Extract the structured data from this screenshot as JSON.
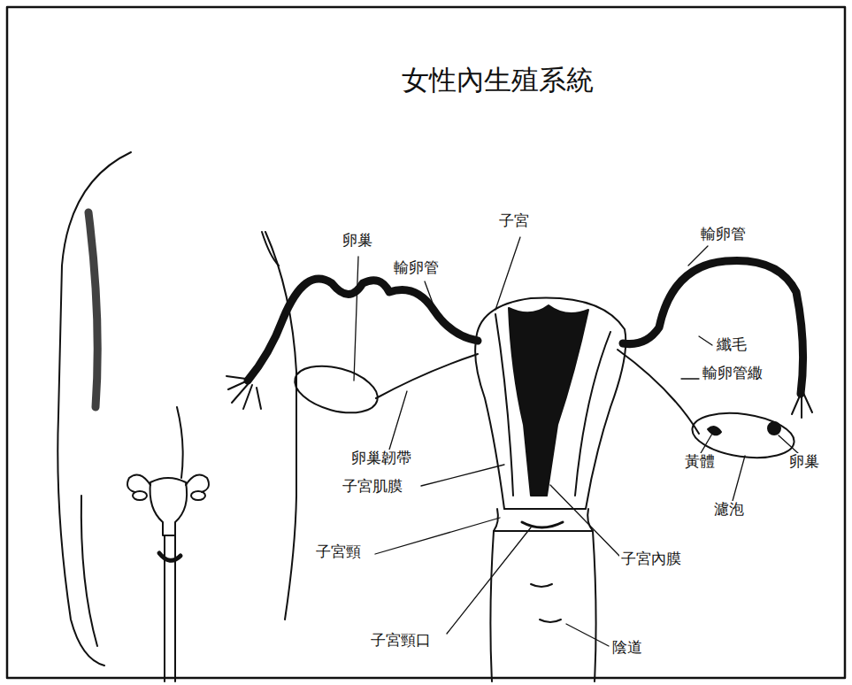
{
  "diagram": {
    "title": "女性內生殖系統",
    "labels": [
      "卵巢",
      "輸卵管",
      "子宮",
      "輸卵管",
      "纖毛",
      "輸卵管繖",
      "卵巢韌帶",
      "子宮肌膜",
      "黃體",
      "卵巢",
      "濾泡",
      "子宮頸",
      "子宮內膜",
      "子宮頸口",
      "陰道"
    ]
  }
}
